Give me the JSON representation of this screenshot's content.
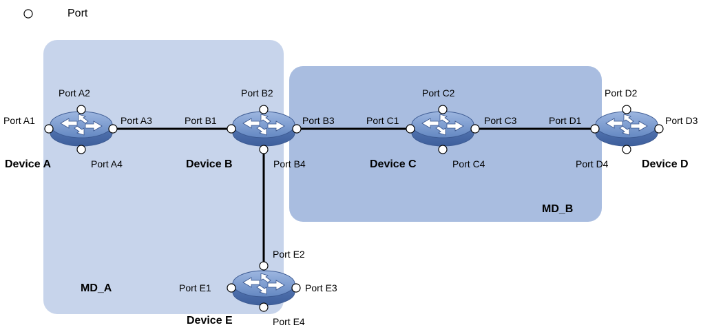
{
  "legend": {
    "port_label": "Port"
  },
  "domains": {
    "md_a": "MD_A",
    "md_b": "MD_B"
  },
  "devices": {
    "a": "Device A",
    "b": "Device B",
    "c": "Device C",
    "d": "Device D",
    "e": "Device E"
  },
  "ports": {
    "a1": "Port A1",
    "a2": "Port A2",
    "a3": "Port A3",
    "a4": "Port A4",
    "b1": "Port B1",
    "b2": "Port B2",
    "b3": "Port B3",
    "b4": "Port B4",
    "c1": "Port C1",
    "c2": "Port C2",
    "c3": "Port C3",
    "c4": "Port C4",
    "d1": "Port D1",
    "d2": "Port D2",
    "d3": "Port D3",
    "d4": "Port D4",
    "e1": "Port E1",
    "e2": "Port E2",
    "e3": "Port E3",
    "e4": "Port E4"
  },
  "colors": {
    "md_a_fill": "#c6d3ea",
    "md_b_fill": "#a8bcdf",
    "router_body": "#5e7fb8",
    "router_top": "#7d9ccf",
    "link": "#000000"
  },
  "icons": {
    "router": "router-icon",
    "port": "port-circle-icon"
  }
}
